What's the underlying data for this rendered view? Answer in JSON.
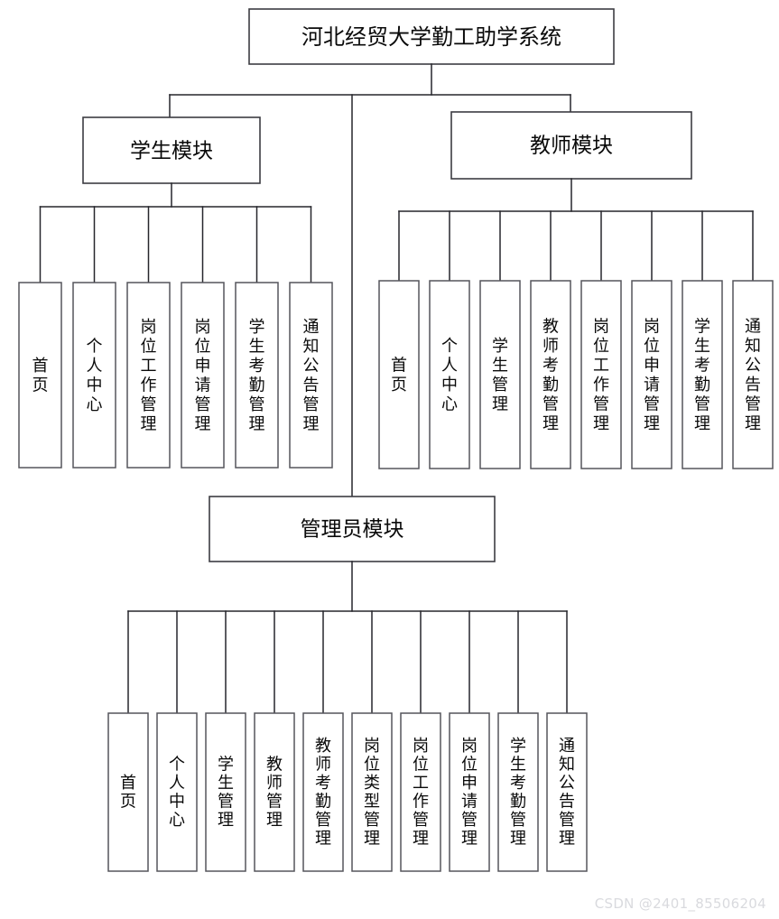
{
  "diagram": {
    "title": "河北经贸大学勤工助学系统",
    "type": "tree-hierarchy",
    "root": {
      "label": "河北经贸大学勤工助学系统"
    },
    "modules": [
      {
        "id": "student",
        "label": "学生模块",
        "children": [
          "首页",
          "个人中心",
          "岗位工作管理",
          "岗位申请管理",
          "学生考勤管理",
          "通知公告管理"
        ]
      },
      {
        "id": "teacher",
        "label": "教师模块",
        "children": [
          "首页",
          "个人中心",
          "学生管理",
          "教师考勤管理",
          "岗位工作管理",
          "岗位申请管理",
          "学生考勤管理",
          "通知公告管理"
        ]
      },
      {
        "id": "admin",
        "label": "管理员模块",
        "children": [
          "首页",
          "个人中心",
          "学生管理",
          "教师管理",
          "教师考勤管理",
          "岗位类型管理",
          "岗位工作管理",
          "岗位申请管理",
          "学生考勤管理",
          "通知公告管理"
        ]
      }
    ]
  },
  "colors": {
    "box_stroke": "#3c3c42",
    "leaf_stroke": "#55555c",
    "connector": "#26262c",
    "text": "#0a0a0a",
    "background": "#ffffff",
    "watermark": "#d9dade"
  },
  "watermark": {
    "text": "CSDN @2401_85506204"
  }
}
